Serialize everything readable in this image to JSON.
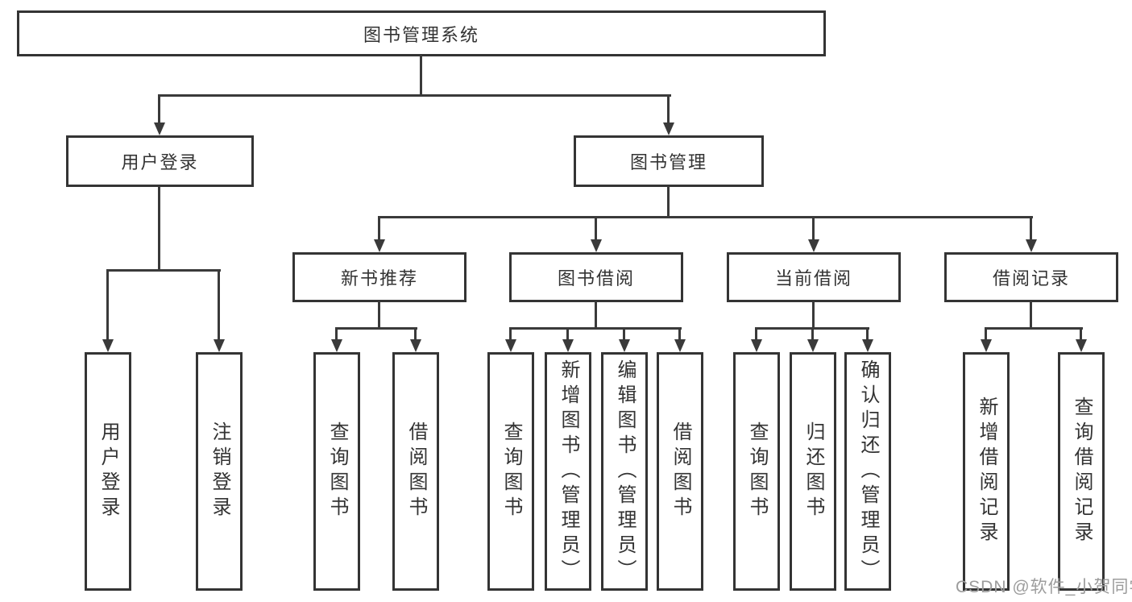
{
  "diagram": {
    "root": {
      "label": "图书管理系统"
    },
    "level2": [
      {
        "label": "用户登录"
      },
      {
        "label": "图书管理"
      }
    ],
    "level3": [
      {
        "label": "新书推荐"
      },
      {
        "label": "图书借阅"
      },
      {
        "label": "当前借阅"
      },
      {
        "label": "借阅记录"
      }
    ],
    "leaves": [
      {
        "label": "用户登录"
      },
      {
        "label": "注销登录"
      },
      {
        "label": "查询图书"
      },
      {
        "label": "借阅图书"
      },
      {
        "label": "查询图书"
      },
      {
        "label": "新增图书（管理员）"
      },
      {
        "label": "编辑图书（管理员）"
      },
      {
        "label": "借阅图书"
      },
      {
        "label": "查询图书"
      },
      {
        "label": "归还图书"
      },
      {
        "label": "确认归还（管理员）"
      },
      {
        "label": "新增借阅记录"
      },
      {
        "label": "查询借阅记录"
      }
    ],
    "colors": {
      "line": "#3a3a3a",
      "border": "#343434",
      "text": "#333333",
      "background": "#ffffff",
      "watermark": "#9c9c9c"
    }
  },
  "watermark": {
    "text": "CSDN @软件_小贺同学"
  }
}
